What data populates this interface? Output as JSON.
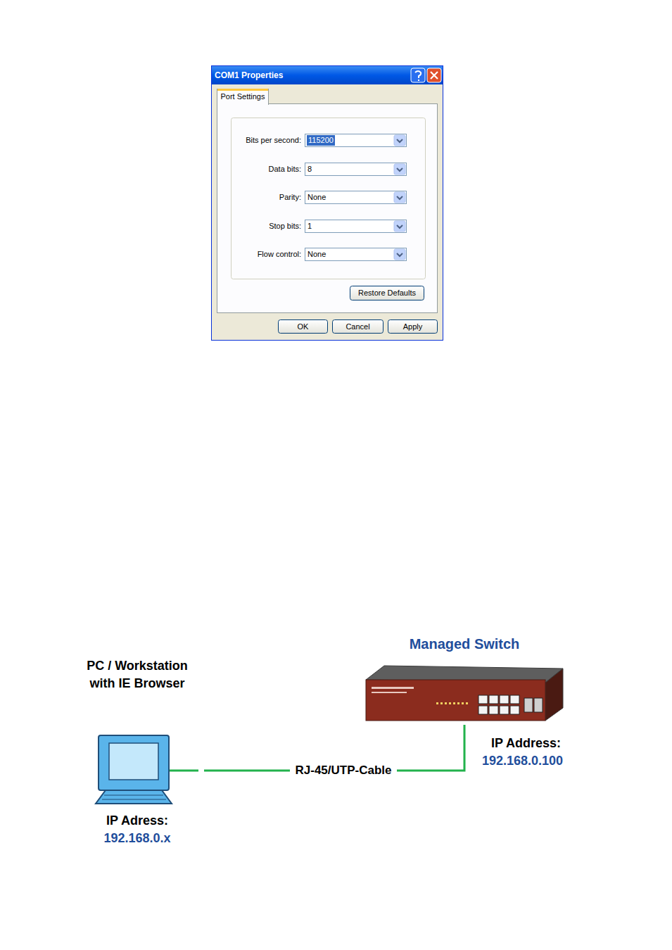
{
  "diagram": {
    "nodes": [
      {
        "text": [
          "PC / Workstation with IE Browser",
          "IP Adress:",
          "192.168.0.x"
        ]
      },
      {
        "text": [
          "Managed Switch",
          "IP Address:",
          "192.168.0.100"
        ]
      }
    ],
    "edges": [
      {
        "from": 0,
        "to": 1,
        "arrow": "none",
        "label": "RJ-45/UTP-Cable"
      }
    ],
    "labels": [
      "COM1 Properties",
      "Port Settings",
      "Bits per second:",
      "115200",
      "Data bits:",
      "8",
      "Parity:",
      "None",
      "Stop bits:",
      "1",
      "Flow control:",
      "None",
      "Restore Defaults",
      "OK",
      "Cancel",
      "Apply"
    ]
  }
}
